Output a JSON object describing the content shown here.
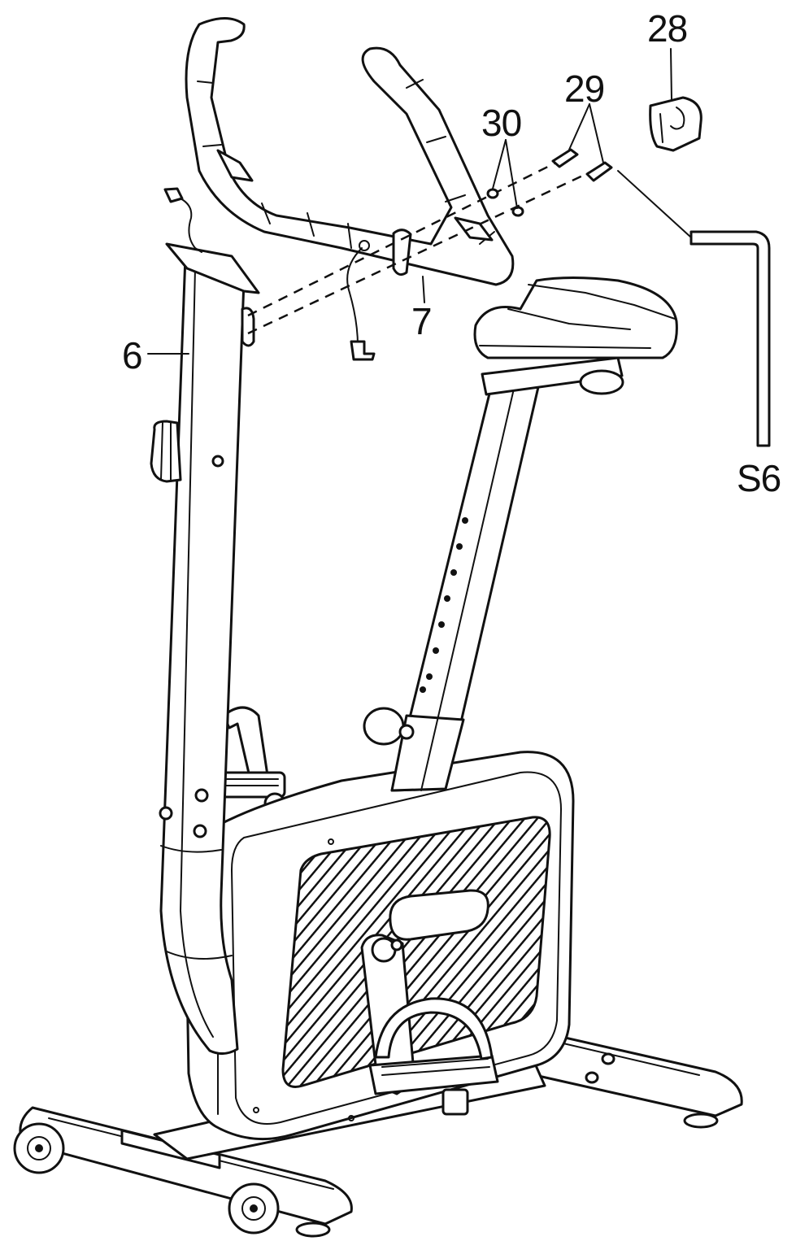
{
  "labels": {
    "part_6": "6",
    "part_7": "7",
    "part_28": "28",
    "part_29": "29",
    "part_30": "30",
    "tool_s6": "S6"
  }
}
